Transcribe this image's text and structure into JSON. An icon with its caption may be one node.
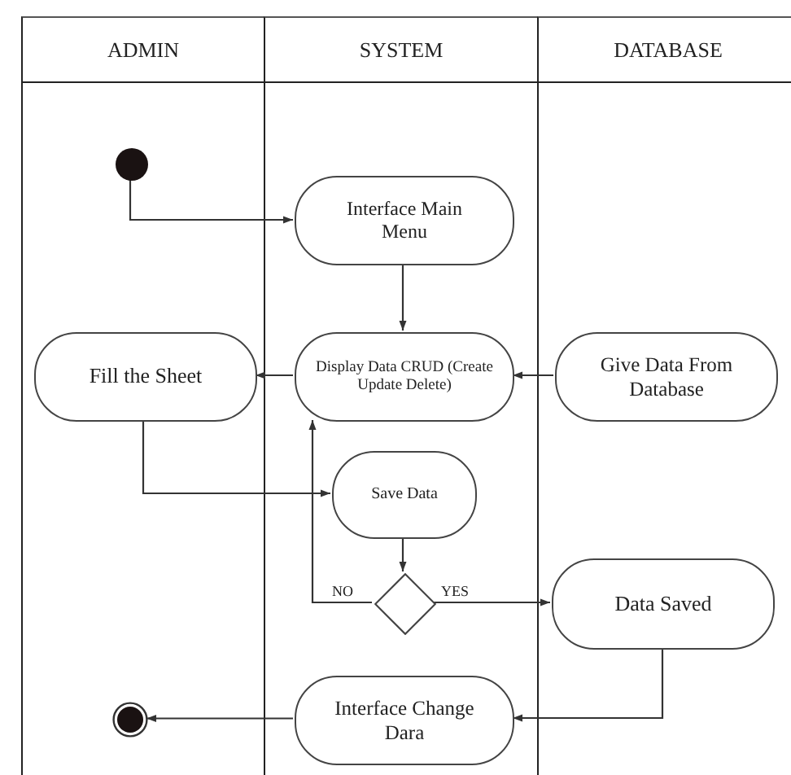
{
  "diagram": {
    "nodes": [
      {
        "text": [
          "ADMIN"
        ]
      },
      {
        "text": [
          "SYSTEM"
        ]
      },
      {
        "text": [
          "DATABASE"
        ]
      },
      {
        "text": [],
        "shape": "circle",
        "in": 0
      },
      {
        "text": [
          "Interface Main Menu"
        ],
        "in": 1
      },
      {
        "text": [
          "Fill the Sheet"
        ],
        "in": 0
      },
      {
        "text": [
          "Display Data CRUD (Create Update Delete)"
        ],
        "in": 1
      },
      {
        "text": [
          "Give Data From Database"
        ],
        "in": 2
      },
      {
        "text": [
          "Save Data"
        ],
        "in": 1
      },
      {
        "text": [],
        "shape": "diamond",
        "in": 1
      },
      {
        "text": [
          "Data Saved"
        ],
        "in": 2
      },
      {
        "text": [
          "Interface Change Dara"
        ],
        "in": 1
      },
      {
        "text": [],
        "shape": "bullseye",
        "in": 0
      }
    ],
    "edges": [
      {
        "from": 3,
        "to": 4,
        "arrow": "to"
      },
      {
        "from": 4,
        "to": 6,
        "arrow": "to"
      },
      {
        "from": 6,
        "to": 5,
        "arrow": "to"
      },
      {
        "from": 7,
        "to": 6,
        "arrow": "to"
      },
      {
        "from": 5,
        "to": 8,
        "arrow": "to"
      },
      {
        "from": 8,
        "to": 9,
        "arrow": "to"
      },
      {
        "from": 9,
        "to": 6,
        "arrow": "to",
        "label": "NO"
      },
      {
        "from": 9,
        "to": 10,
        "arrow": "to",
        "label": "YES"
      },
      {
        "from": 10,
        "to": 11,
        "arrow": "to"
      },
      {
        "from": 11,
        "to": 12,
        "arrow": "to"
      }
    ]
  }
}
